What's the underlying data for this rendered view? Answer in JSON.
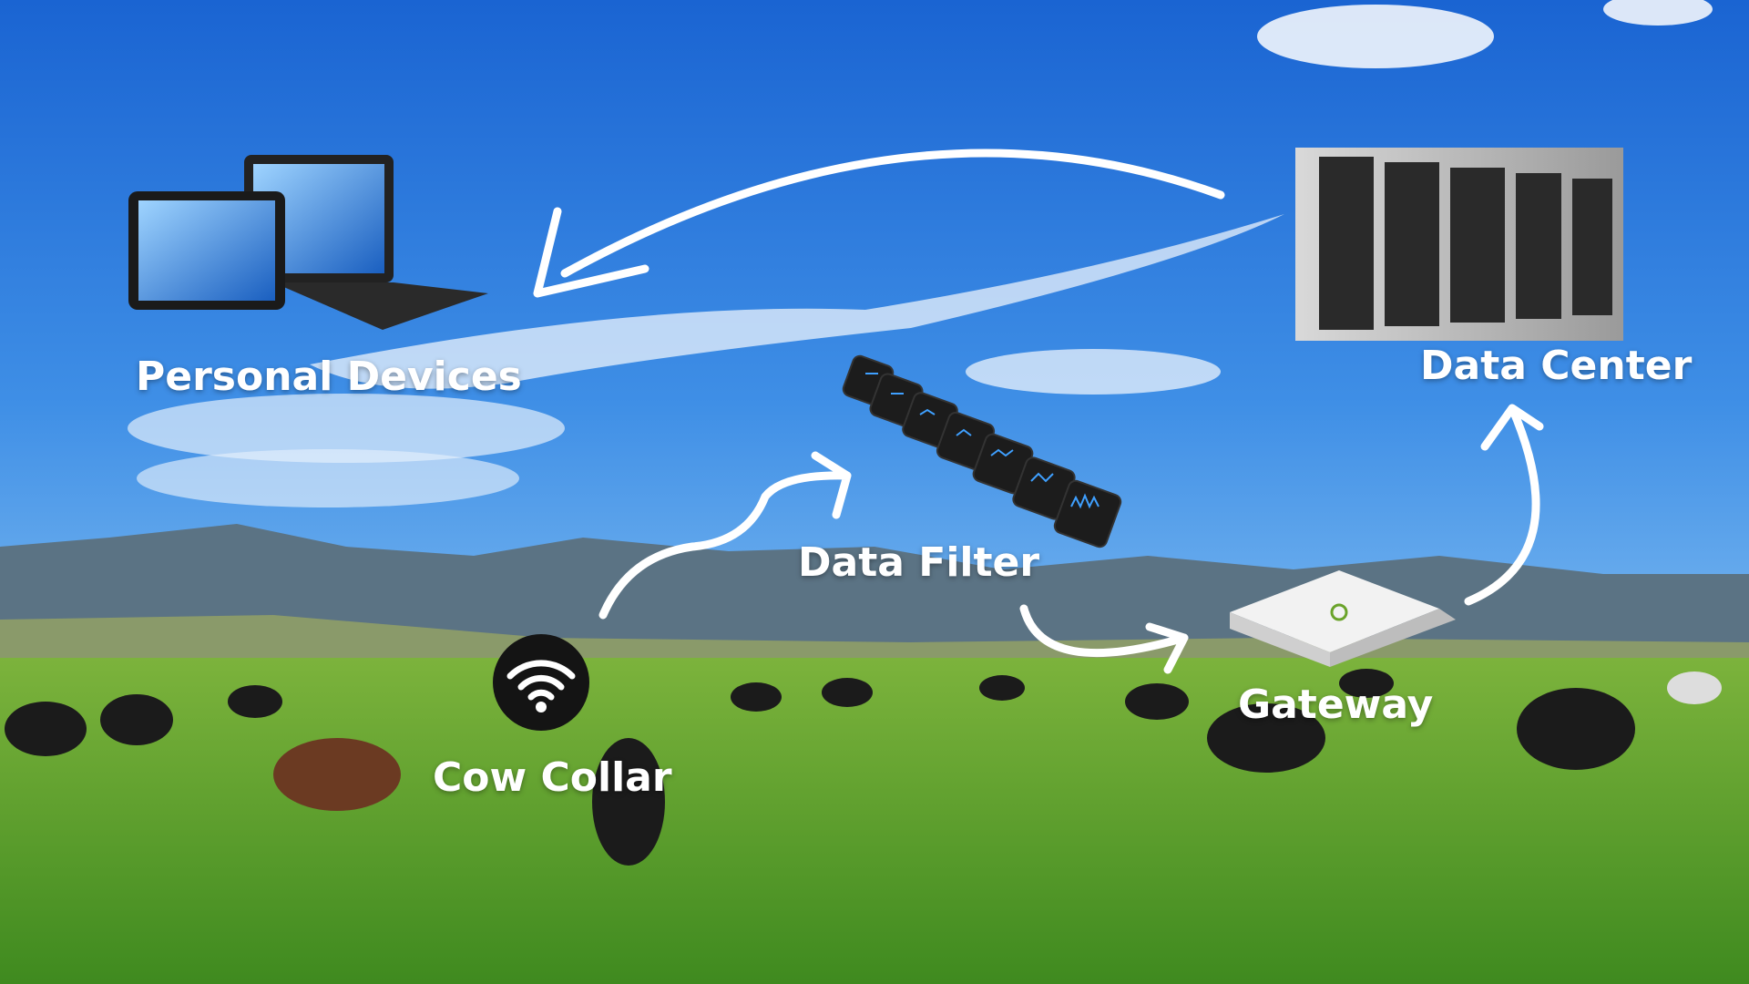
{
  "labels": {
    "personal_devices": "Personal Devices",
    "data_center": "Data Center",
    "data_filter": "Data Filter",
    "gateway": "Gateway",
    "cow_collar": "Cow Collar"
  },
  "colors": {
    "sky_top": "#1f6fd8",
    "sky_bottom": "#5aa4ee",
    "grass": "#5fa02e",
    "arrow": "#ffffff"
  }
}
